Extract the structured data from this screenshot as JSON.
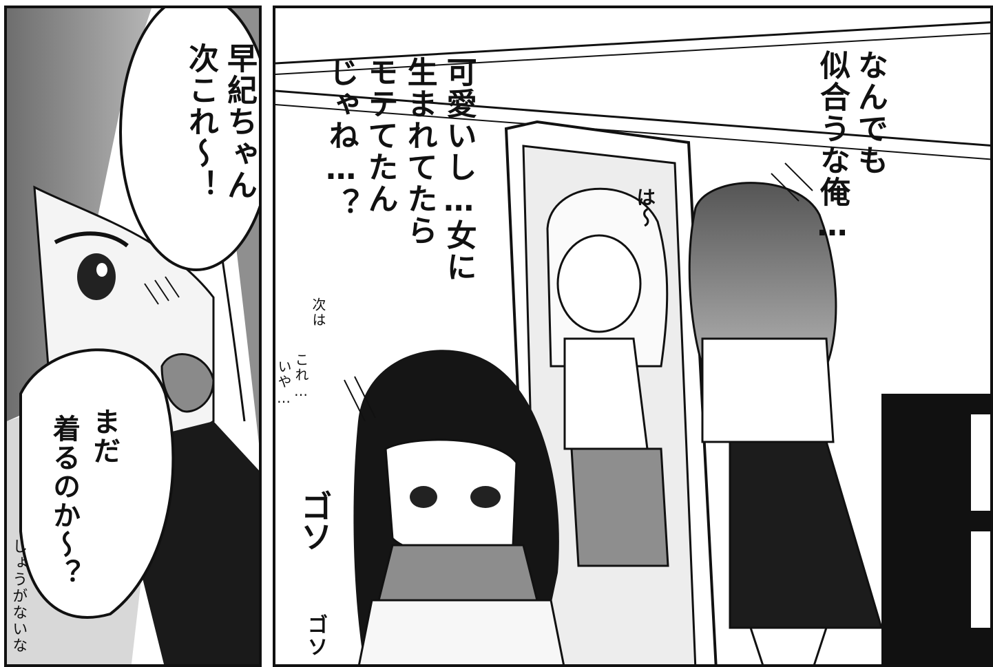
{
  "panels": {
    "left": {
      "bubble_1": [
        "早紀ちゃん",
        "次これ〜！"
      ],
      "bubble_2": [
        "まだ",
        "着るのか〜？"
      ],
      "aside": "しょうがないな"
    },
    "right": {
      "thought_1": [
        "なんでも",
        "似合うな俺…"
      ],
      "thought_2": [
        "可愛いし…女に",
        "生まれてたら",
        "モテてたん",
        "じゃね…？"
      ],
      "mirror_sfx": "は〜",
      "mutter": [
        "次は",
        "これ…",
        "いや…"
      ],
      "sfx_1": "ゴソ",
      "sfx_2": "ゴソ"
    }
  },
  "colors": {
    "ink": "#111111",
    "screentone": "#9a9a9a",
    "dark_tone": "#3a3a3a",
    "paper": "#ffffff"
  }
}
